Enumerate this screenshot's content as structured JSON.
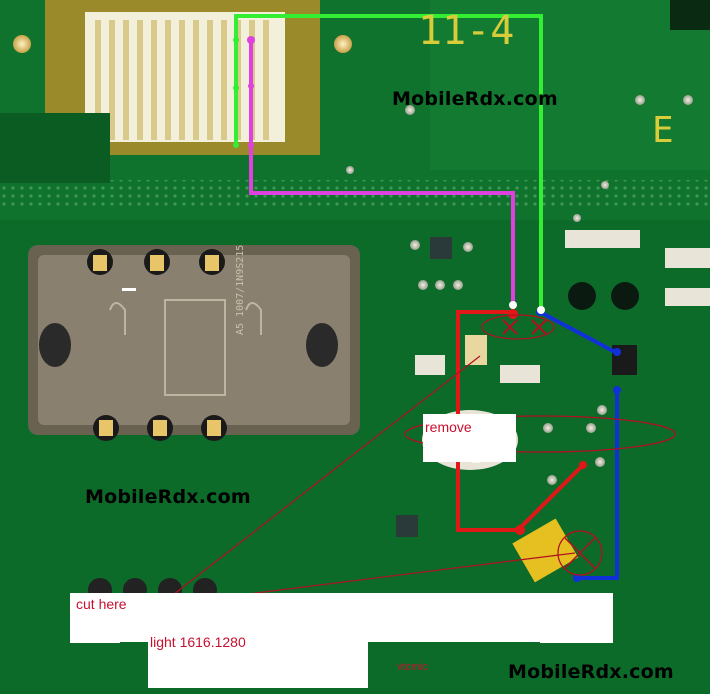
{
  "watermarks": {
    "top": "MobileRdx.com",
    "middle": "MobileRdx.com",
    "bottom": "MobileRdx.com"
  },
  "silkscreen": {
    "board_marking": "11-4",
    "corner_letter": "E",
    "sim_holder_text": "A5 1007/1N9S215"
  },
  "annotations": {
    "remove": "remove",
    "cut_here": "cut here",
    "light": "light 1616.1280",
    "vtcmic": "vtcmic"
  },
  "colors": {
    "pcb": "#0d6b2a",
    "jumper_green": "#33ee33",
    "jumper_magenta": "#e040e0",
    "jumper_red": "#e01818",
    "jumper_blue": "#1030d8",
    "annotation_red": "#c8102e"
  }
}
